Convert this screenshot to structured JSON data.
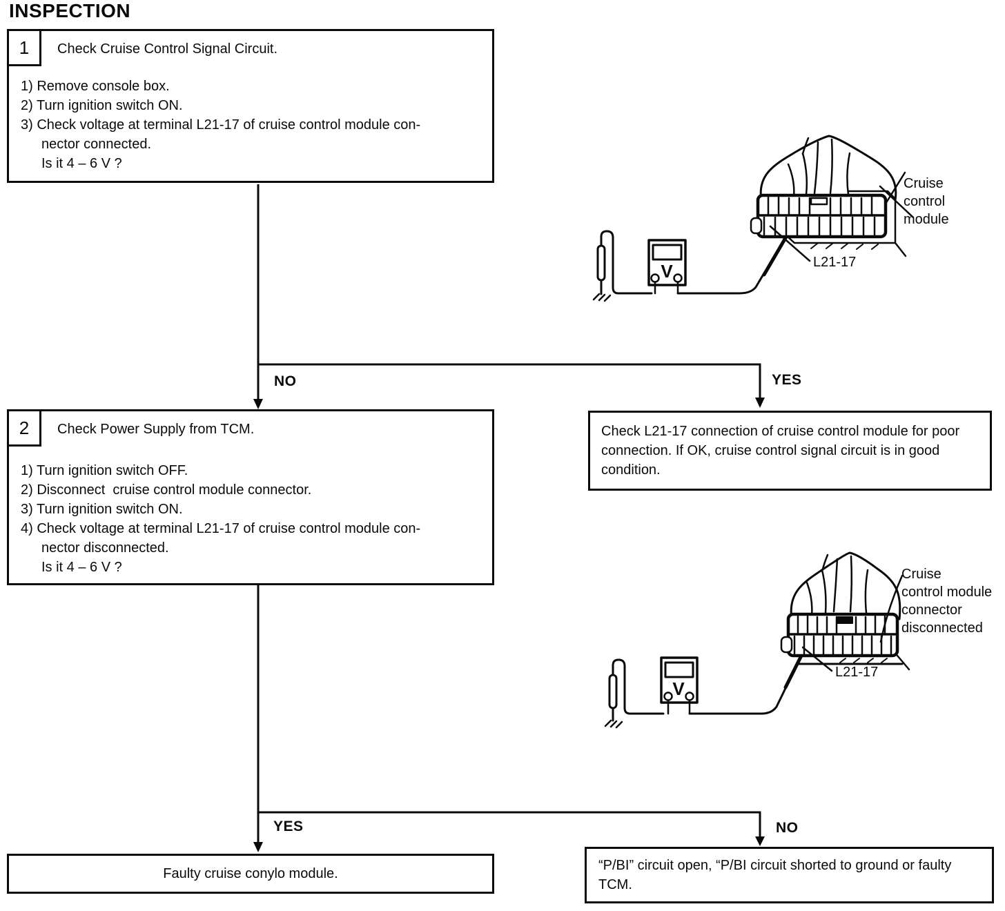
{
  "page": {
    "title": "INSPECTION"
  },
  "flow": {
    "step1": {
      "number": "1",
      "title": "Check Cruise Control Signal Circuit.",
      "lines": [
        "1) Remove console box.",
        "2) Turn ignition switch ON.",
        "3) Check voltage at terminal L21-17 of cruise control module con-",
        "nector connected.",
        "Is it 4 – 6 V ?"
      ]
    },
    "branch1": {
      "no": "NO",
      "yes": "YES"
    },
    "step2": {
      "number": "2",
      "title": "Check Power Supply from TCM.",
      "lines": [
        "1) Turn ignition switch OFF.",
        "2) Disconnect  cruise control module connector.",
        "3) Turn ignition switch ON.",
        "4) Check voltage at terminal L21-17 of cruise control module con-",
        "nector disconnected.",
        "Is it 4 – 6 V ?"
      ]
    },
    "check_box": {
      "text": "Check L21-17 connection of cruise control module for poor connection. If OK, cruise control signal circuit is in good condition."
    },
    "branch2": {
      "yes": "YES",
      "no": "NO"
    },
    "result_left": {
      "text": "Faulty cruise conylo module."
    },
    "result_right": {
      "text": "“P/BI” circuit open, “P/BI circuit shorted to ground or faulty TCM."
    }
  },
  "figures": {
    "fig1": {
      "meter": "V",
      "terminal": "L21-17",
      "label_lines": [
        "Cruise",
        "control",
        "module"
      ]
    },
    "fig2": {
      "meter": "V",
      "terminal": "L21-17",
      "label_lines": [
        "Cruise",
        "control module",
        "connector",
        "disconnected"
      ]
    }
  },
  "colors": {
    "ink": "#0a0a0a",
    "paper": "#ffffff"
  }
}
